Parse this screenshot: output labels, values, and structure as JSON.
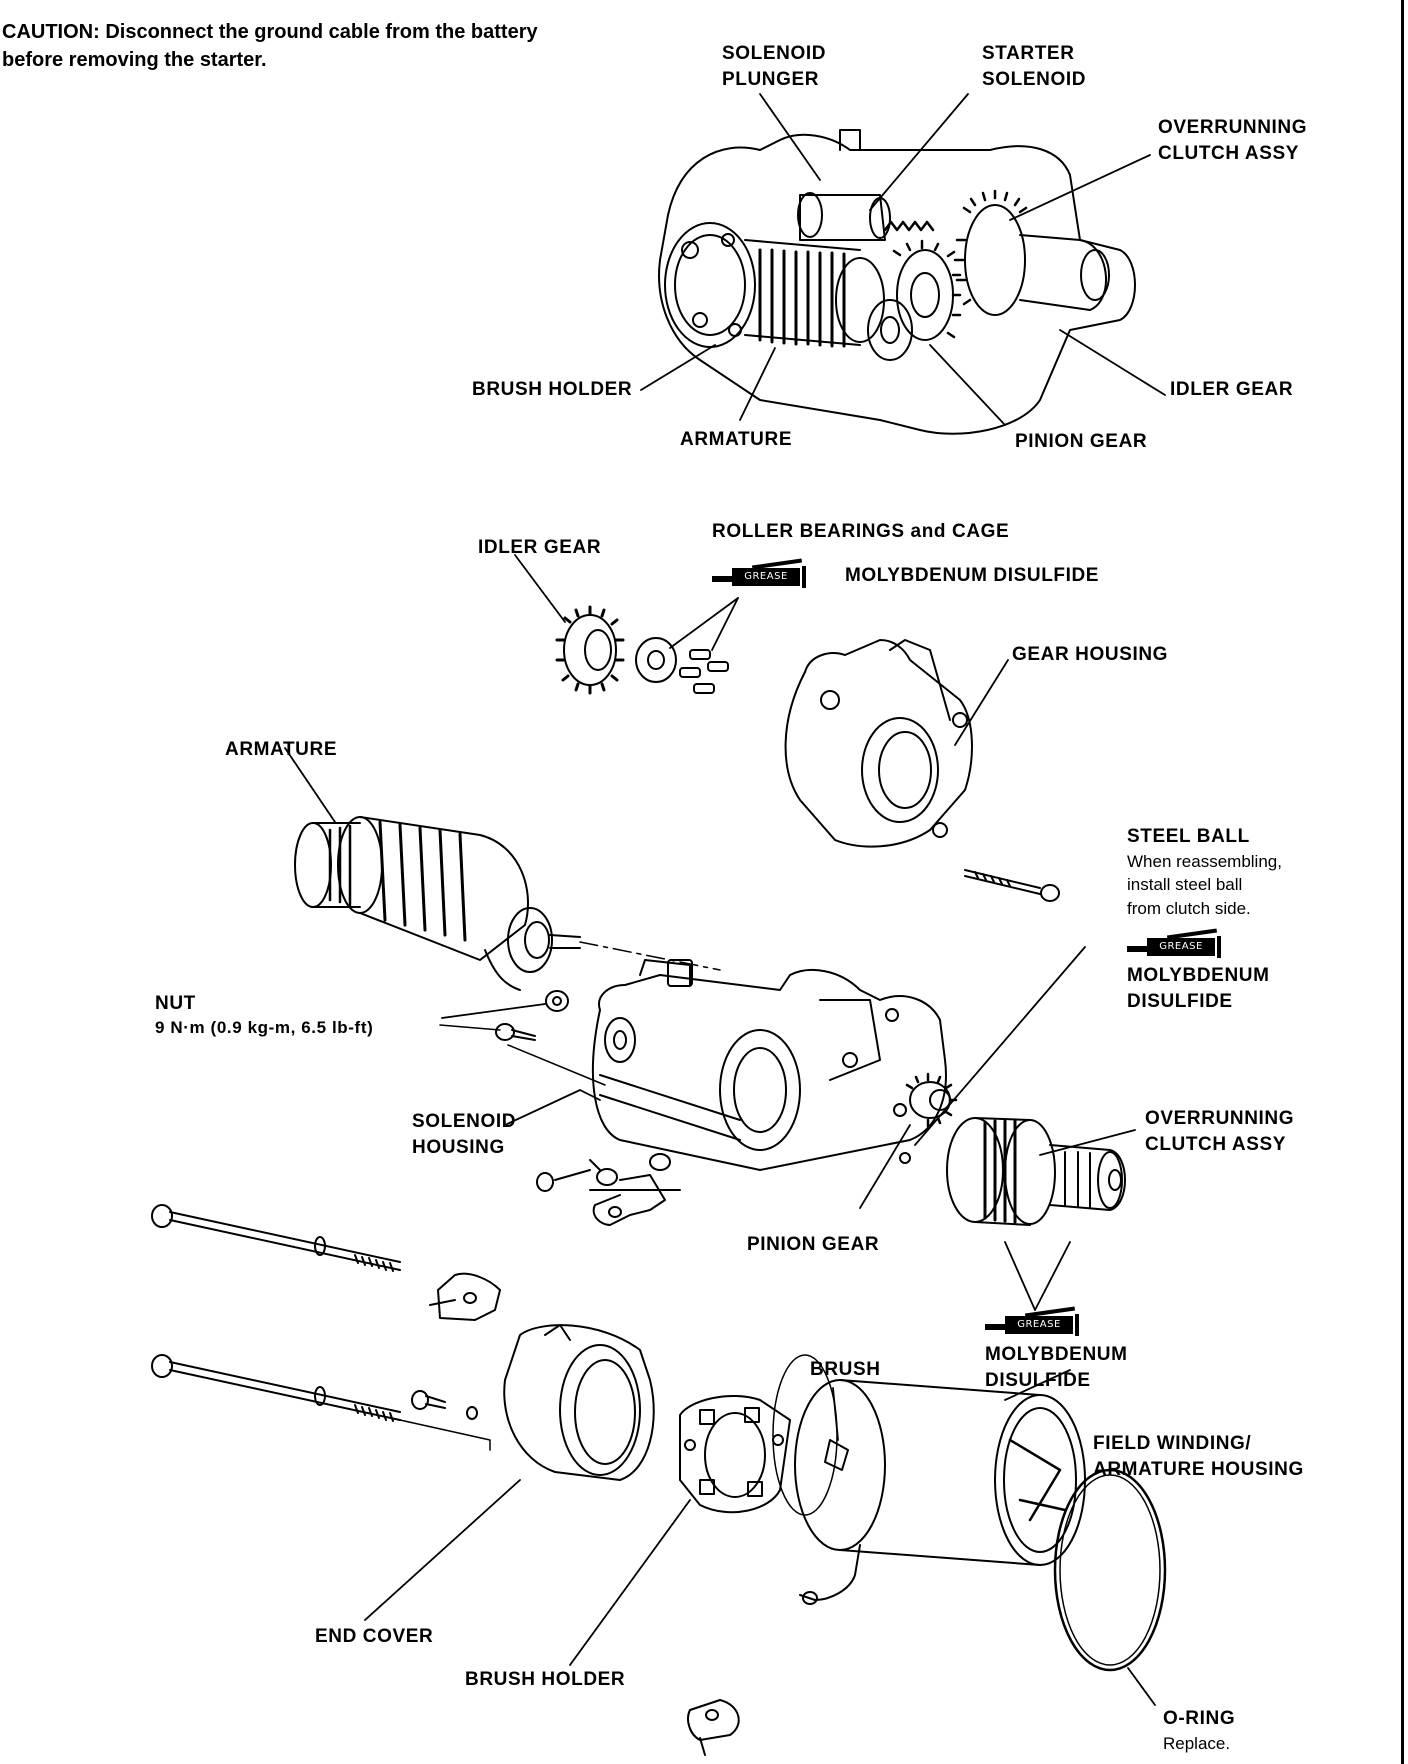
{
  "caution": {
    "label": "CAUTION:",
    "line1": "Disconnect the ground cable from the battery",
    "line2": "before removing the starter."
  },
  "top_labels": {
    "solenoid_plunger_1": "SOLENOID",
    "solenoid_plunger_2": "PLUNGER",
    "starter_solenoid_1": "STARTER",
    "starter_solenoid_2": "SOLENOID",
    "overrunning_clutch_1": "OVERRUNNING",
    "overrunning_clutch_2": "CLUTCH ASSY",
    "brush_holder": "BRUSH HOLDER",
    "armature": "ARMATURE",
    "idler_gear": "IDLER GEAR",
    "pinion_gear": "PINION GEAR"
  },
  "labels": {
    "roller_bearings": "ROLLER BEARINGS and CAGE",
    "moly_1": "MOLYBDENUM DISULFIDE",
    "idler_gear": "IDLER GEAR",
    "gear_housing": "GEAR HOUSING",
    "armature": "ARMATURE",
    "steel_ball": "STEEL BALL",
    "steel_ball_note_1": "When reassembling,",
    "steel_ball_note_2": "install steel ball",
    "steel_ball_note_3": "from clutch side.",
    "moly_2a": "MOLYBDENUM",
    "moly_2b": "DISULFIDE",
    "nut": "NUT",
    "nut_torque": "9 N·m (0.9 kg-m, 6.5 lb-ft)",
    "solenoid_housing_1": "SOLENOID",
    "solenoid_housing_2": "HOUSING",
    "overrunning_clutch_1": "OVERRUNNING",
    "overrunning_clutch_2": "CLUTCH ASSY",
    "pinion_gear": "PINION GEAR",
    "moly_3a": "MOLYBDENUM",
    "moly_3b": "DISULFIDE",
    "brush": "BRUSH",
    "field_winding_1": "FIELD WINDING/",
    "field_winding_2": "ARMATURE HOUSING",
    "end_cover": "END COVER",
    "brush_holder": "BRUSH HOLDER",
    "o_ring": "O-RING",
    "o_ring_note": "Replace."
  },
  "grease_tag": "GREASE"
}
